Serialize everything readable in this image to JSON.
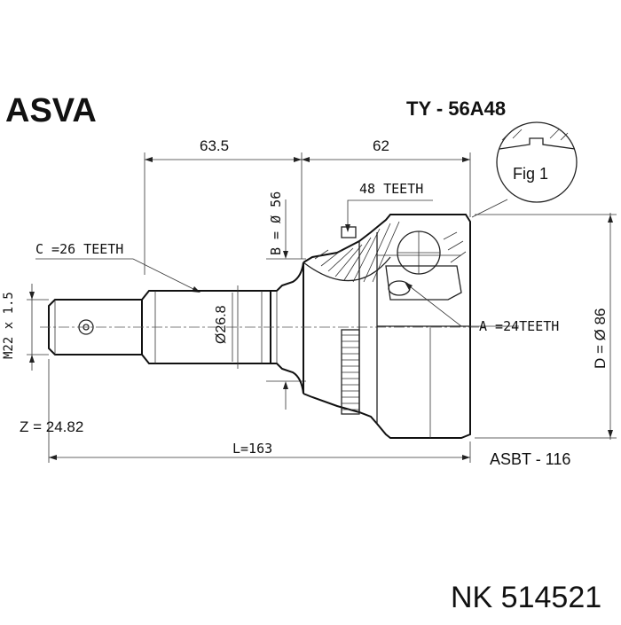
{
  "header": {
    "brand": "ASVA",
    "part_code": "TY  - 56A48"
  },
  "figure": {
    "label": "Fig 1"
  },
  "dimensions": {
    "top_left": "63.5",
    "top_right": "62",
    "outer_teeth": "48 TEETH",
    "b_diameter": "B = Ø 56",
    "c_teeth": "C =26 TEETH",
    "thread": "M22 x 1.5",
    "shaft_diameter": "Ø26.8",
    "a_teeth": "A =24TEETH",
    "d_diameter": "D = Ø 86",
    "z_value": "Z = 24.82",
    "length": "L=163",
    "asbt": "ASBT - 116"
  },
  "footer": {
    "nk_code": "NK 514521"
  }
}
